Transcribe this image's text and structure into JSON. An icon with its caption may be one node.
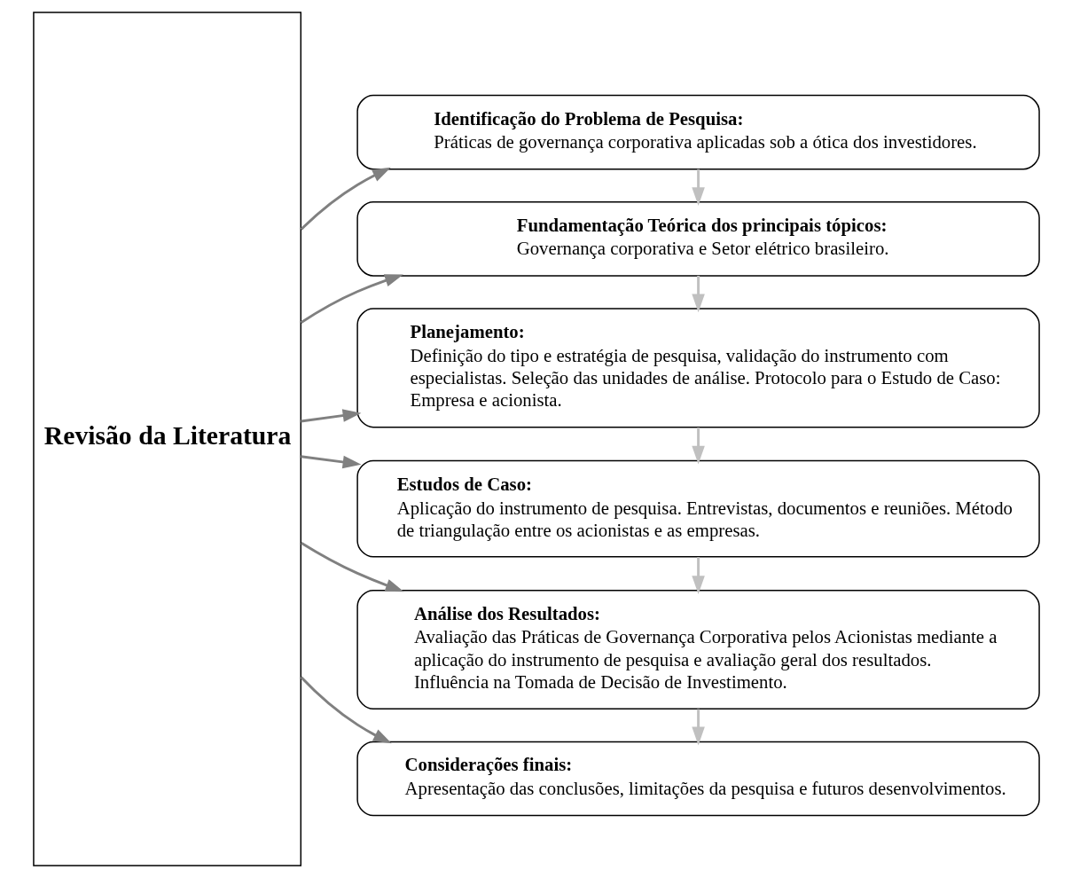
{
  "diagram": {
    "nodes": [
      {
        "text": [
          "Revisão da Literatura"
        ]
      },
      {
        "text": [
          "Identificação do Problema de Pesquisa:",
          "Práticas de governança corporativa aplicadas sob a ótica dos investidores."
        ]
      },
      {
        "text": [
          "Fundamentação Teórica dos principais tópicos:",
          "Governança corporativa e Setor elétrico brasileiro."
        ]
      },
      {
        "text": [
          "Planejamento:",
          "Definição do tipo e estratégia de pesquisa, validação do instrumento com especialistas. Seleção das unidades de análise. Protocolo para o Estudo de Caso: Empresa e acionista."
        ]
      },
      {
        "text": [
          "Estudos de Caso:",
          "Aplicação do instrumento de pesquisa. Entrevistas, documentos e reuniões. Método de triangulação entre os acionistas e as empresas."
        ]
      },
      {
        "text": [
          "Análise dos Resultados:",
          "Avaliação das Práticas de Governança Corporativa pelos Acionistas mediante a aplicação do instrumento de pesquisa e avaliação geral dos resultados. Influência na Tomada de Decisão de Investimento."
        ]
      },
      {
        "text": [
          "Considerações finais:",
          "Apresentação das conclusões, limitações da pesquisa e futuros desenvolvimentos."
        ]
      }
    ],
    "edges": [
      {
        "from": 0,
        "to": 1,
        "arrow": "to"
      },
      {
        "from": 0,
        "to": 2,
        "arrow": "to"
      },
      {
        "from": 0,
        "to": 3,
        "arrow": "to"
      },
      {
        "from": 0,
        "to": 4,
        "arrow": "to"
      },
      {
        "from": 0,
        "to": 5,
        "arrow": "to"
      },
      {
        "from": 0,
        "to": 6,
        "arrow": "to"
      },
      {
        "from": 1,
        "to": 2,
        "arrow": "to",
        "color": "#c0c0c0"
      },
      {
        "from": 2,
        "to": 3,
        "arrow": "to",
        "color": "#c0c0c0"
      },
      {
        "from": 3,
        "to": 4,
        "arrow": "to",
        "color": "#c0c0c0"
      },
      {
        "from": 4,
        "to": 5,
        "arrow": "to",
        "color": "#c0c0c0"
      },
      {
        "from": 5,
        "to": 6,
        "arrow": "to",
        "color": "#c0c0c0"
      }
    ]
  }
}
